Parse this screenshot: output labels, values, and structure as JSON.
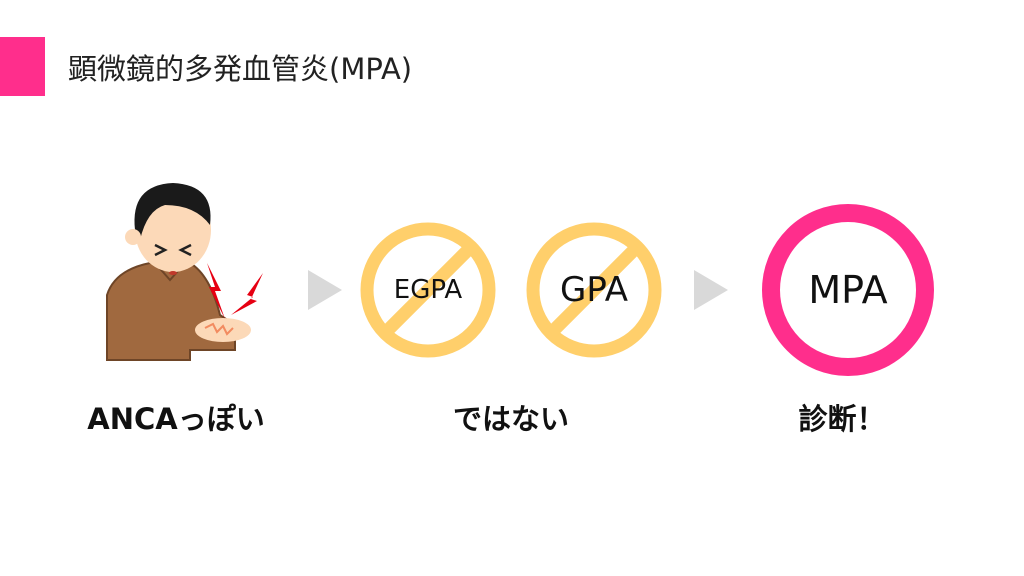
{
  "slide": {
    "title": "顕微鏡的多発血管炎(MPA)",
    "accent_color": "#FF2E8C",
    "steps": [
      {
        "label": "ANCAっぽい",
        "icon": "person-wrist-pain-illustration"
      },
      {
        "label": "ではない",
        "excluded": [
          "EGPA",
          "GPA"
        ],
        "icon": "prohibited-sign"
      },
      {
        "label": "診断！",
        "diagnosis": "MPA",
        "icon": "ring-circle"
      }
    ],
    "arrow_icon": "triangle-right",
    "colors": {
      "prohibit": "#FFCF6B",
      "diagnosis": "#FF2E8C",
      "arrow": "#D9D9D9"
    }
  }
}
